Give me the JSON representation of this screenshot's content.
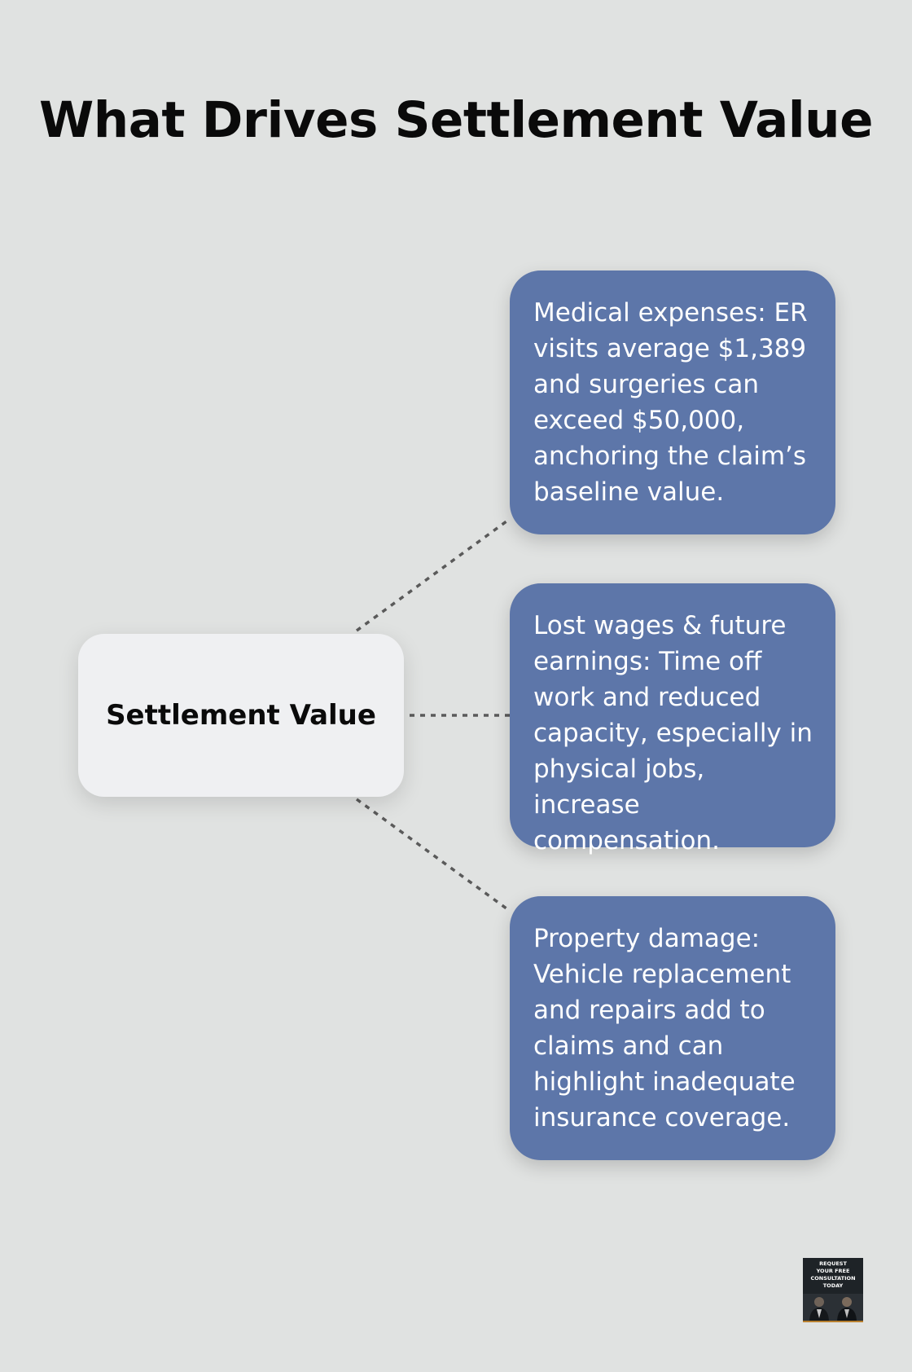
{
  "title": "What Drives Settlement Value",
  "center_node": {
    "label": "Settlement Value"
  },
  "factors": [
    {
      "text": "Medical expenses: ER visits average $1,389 and surgeries can exceed $50,000, anchoring the claim’s baseline value."
    },
    {
      "text": "Lost wages & future earnings: Time off work and reduced capacity, especially in physical jobs, increase compensation."
    },
    {
      "text": "Property damage: Vehicle replacement and repairs add to claims and can highlight inadequate insurance coverage."
    }
  ],
  "badge": {
    "text": "REQUEST\nYOUR FREE\nCONSULTATION\nTODAY"
  },
  "colors": {
    "background": "#e0e2e1",
    "center_node": "#eff0f2",
    "factor_box": "#5d76a9",
    "connector": "#5a5a5a"
  }
}
